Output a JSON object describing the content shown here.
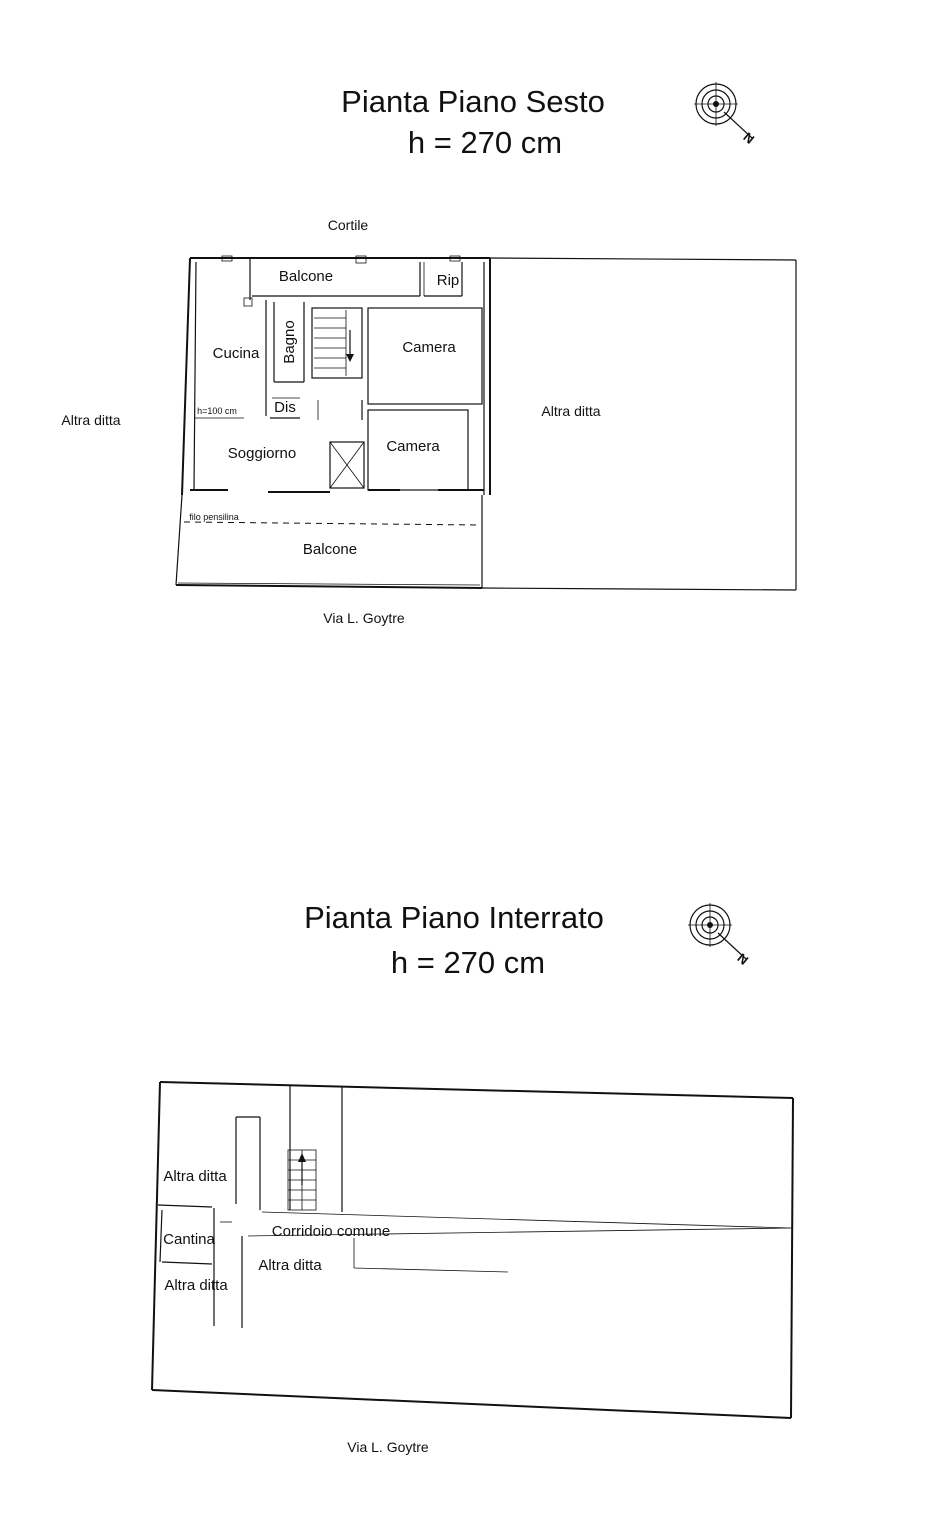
{
  "colors": {
    "ink": "#111111",
    "paper": "#ffffff"
  },
  "plan_top": {
    "title": "Pianta Piano Sesto",
    "height_label": "h = 270 cm",
    "compass_icon": "north-arrow-compass-icon",
    "labels": {
      "cortile": "Cortile",
      "balcone_top": "Balcone",
      "rip": "Rip",
      "bagno": "Bagno",
      "cucina": "Cucina",
      "camera_1": "Camera",
      "dis": "Dis",
      "h_note": "h=100 cm",
      "soggiorno": "Soggiorno",
      "camera_2": "Camera",
      "filo_pensilina": "filo pensilina",
      "balcone_bottom": "Balcone",
      "altra_ditta_left": "Altra ditta",
      "altra_ditta_right": "Altra ditta",
      "street": "Via L. Goytre"
    }
  },
  "plan_bottom": {
    "title": "Pianta Piano Interrato",
    "height_label": "h = 270 cm",
    "compass_icon": "north-arrow-compass-icon",
    "labels": {
      "altra_ditta_1": "Altra ditta",
      "cantina": "Cantina",
      "corridoio": "Corridoio comune",
      "altra_ditta_2": "Altra ditta",
      "altra_ditta_3": "Altra ditta",
      "street": "Via L. Goytre"
    }
  }
}
